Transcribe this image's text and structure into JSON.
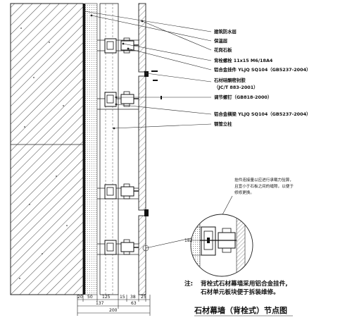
{
  "labels": {
    "waterproof": "建筑防水层",
    "insulation": "保温层",
    "granite": "花岗石板",
    "bolt": "背栓螺栓 11x15 M6/18A4",
    "alloy_top": "铝合金挂件 YLJQ SQ104（GB5237-2004）",
    "sealant": "石材硅酮密封胶",
    "sealant_std": "（JC/T 883-2001）",
    "adjust_bolt": "调节螺钉（GB818-2000）",
    "alloy_bottom": "铝合金横梁 YLJQ SQ104（GB5237-2004）",
    "steel_post": "钢管立柱"
  },
  "detail_note": {
    "line1": "挂件连接量以应进行承载力验算，",
    "line2": "且宜小于石板之间的缝隙，以便于",
    "line3": "修修更换。"
  },
  "callout_dim": "182",
  "note": {
    "prefix": "注:",
    "line1": "背栓式石材幕墙采用铝合金挂件,",
    "line2": "石材单元板块便于拆装维修。"
  },
  "title": "石材幕墙（背栓式）节点图",
  "dimensions": {
    "row1": [
      "20",
      "50",
      "125",
      "15",
      "38",
      "25"
    ],
    "row2": [
      "137",
      "63"
    ],
    "row3": [
      "200"
    ]
  }
}
